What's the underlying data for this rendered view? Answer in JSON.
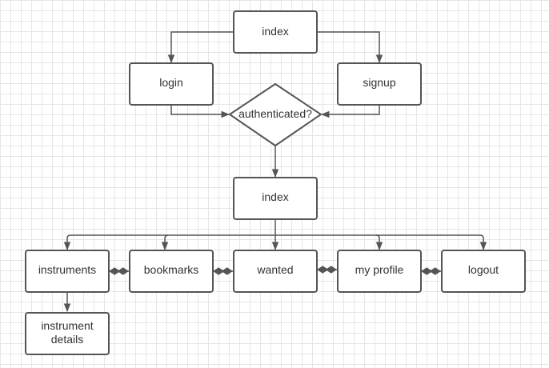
{
  "diagram": {
    "nodes": {
      "index_top": "index",
      "login": "login",
      "signup": "signup",
      "authenticated": "authenticated?",
      "index_main": "index",
      "instruments": "instruments",
      "bookmarks": "bookmarks",
      "wanted": "wanted",
      "my_profile": "my profile",
      "logout": "logout",
      "instrument_details_line1": "instrument",
      "instrument_details_line2": "details"
    }
  }
}
